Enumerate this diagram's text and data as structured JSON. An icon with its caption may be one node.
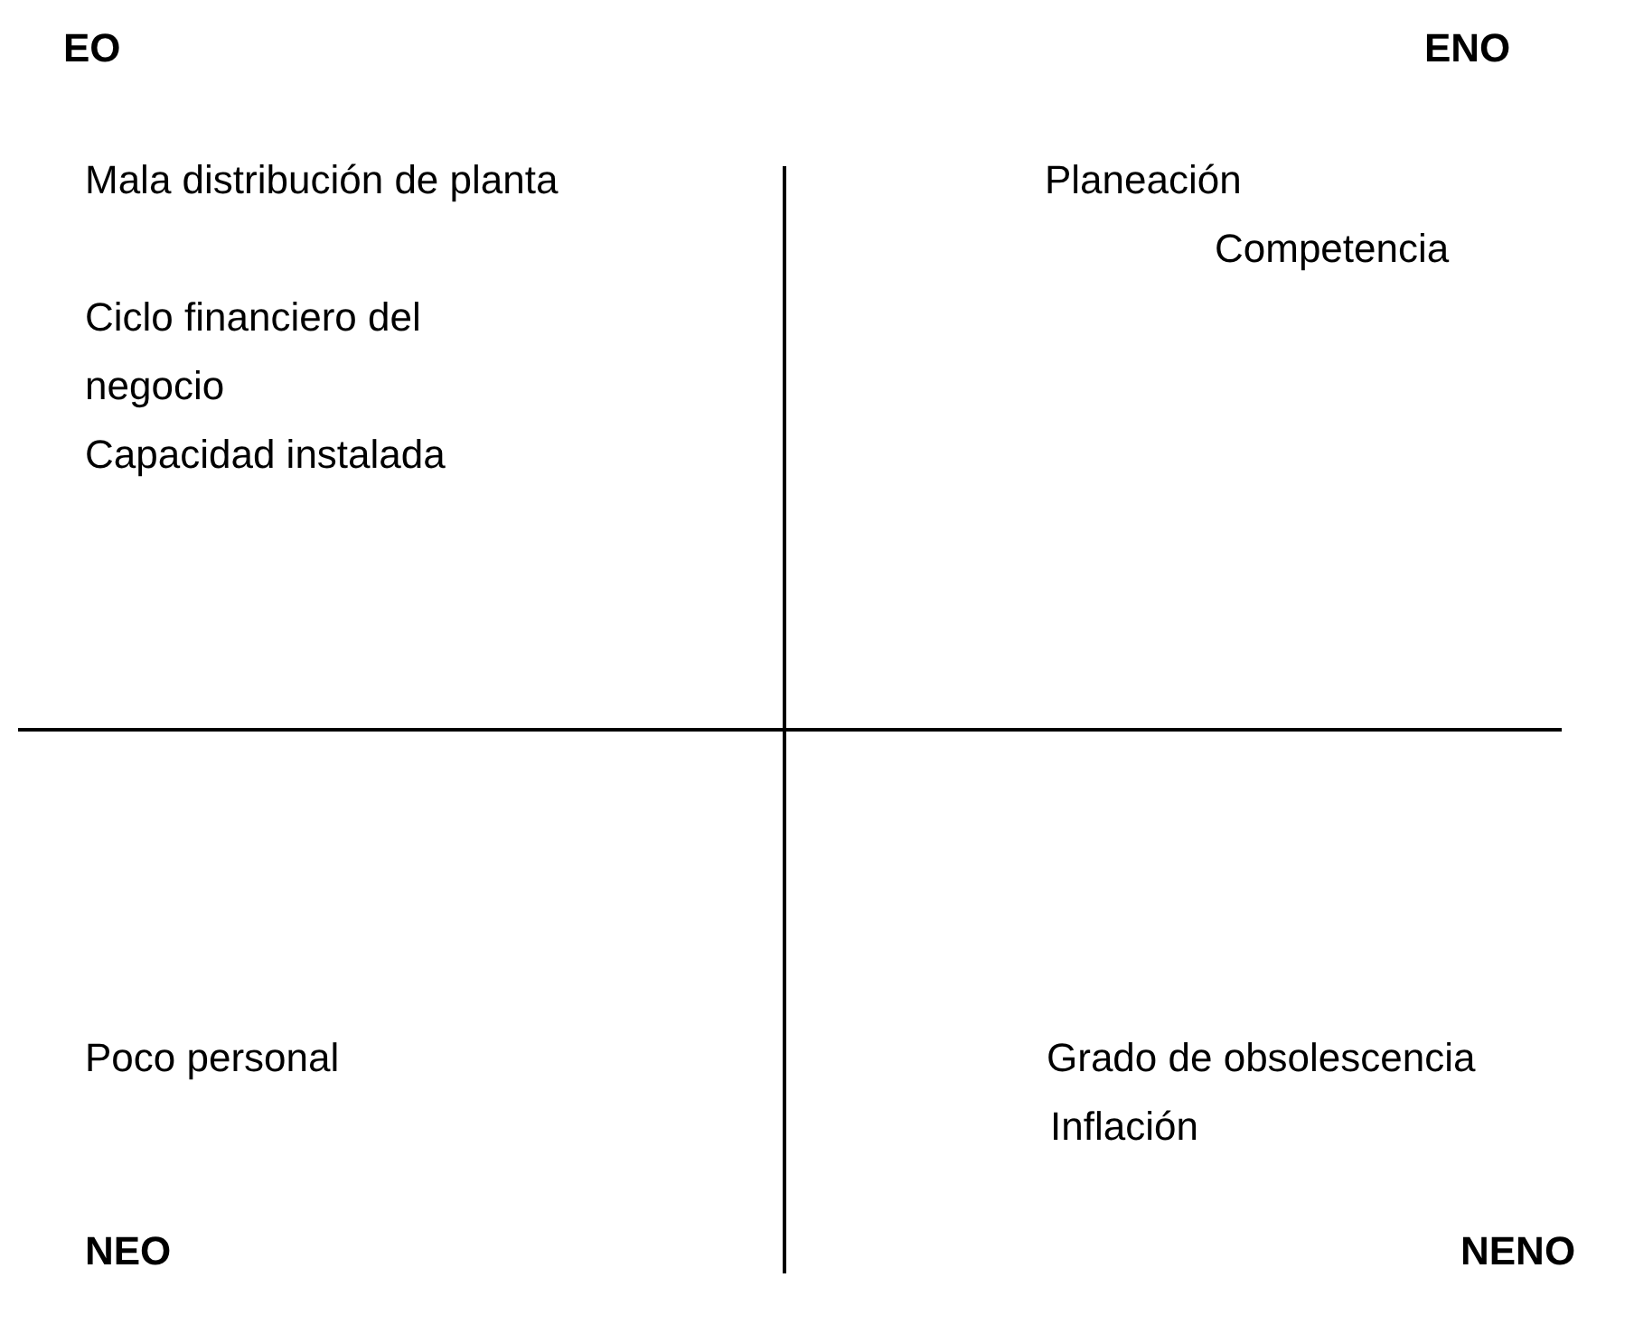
{
  "diagram": {
    "labels": [
      "EO",
      "ENO",
      "Mala distribución de planta",
      "Planeación",
      "Competencia",
      "Ciclo financiero del negocio",
      "Capacidad instalada",
      "Poco personal",
      "Grado de obsolescencia",
      "Inflación",
      "NEO",
      "NENO"
    ]
  }
}
